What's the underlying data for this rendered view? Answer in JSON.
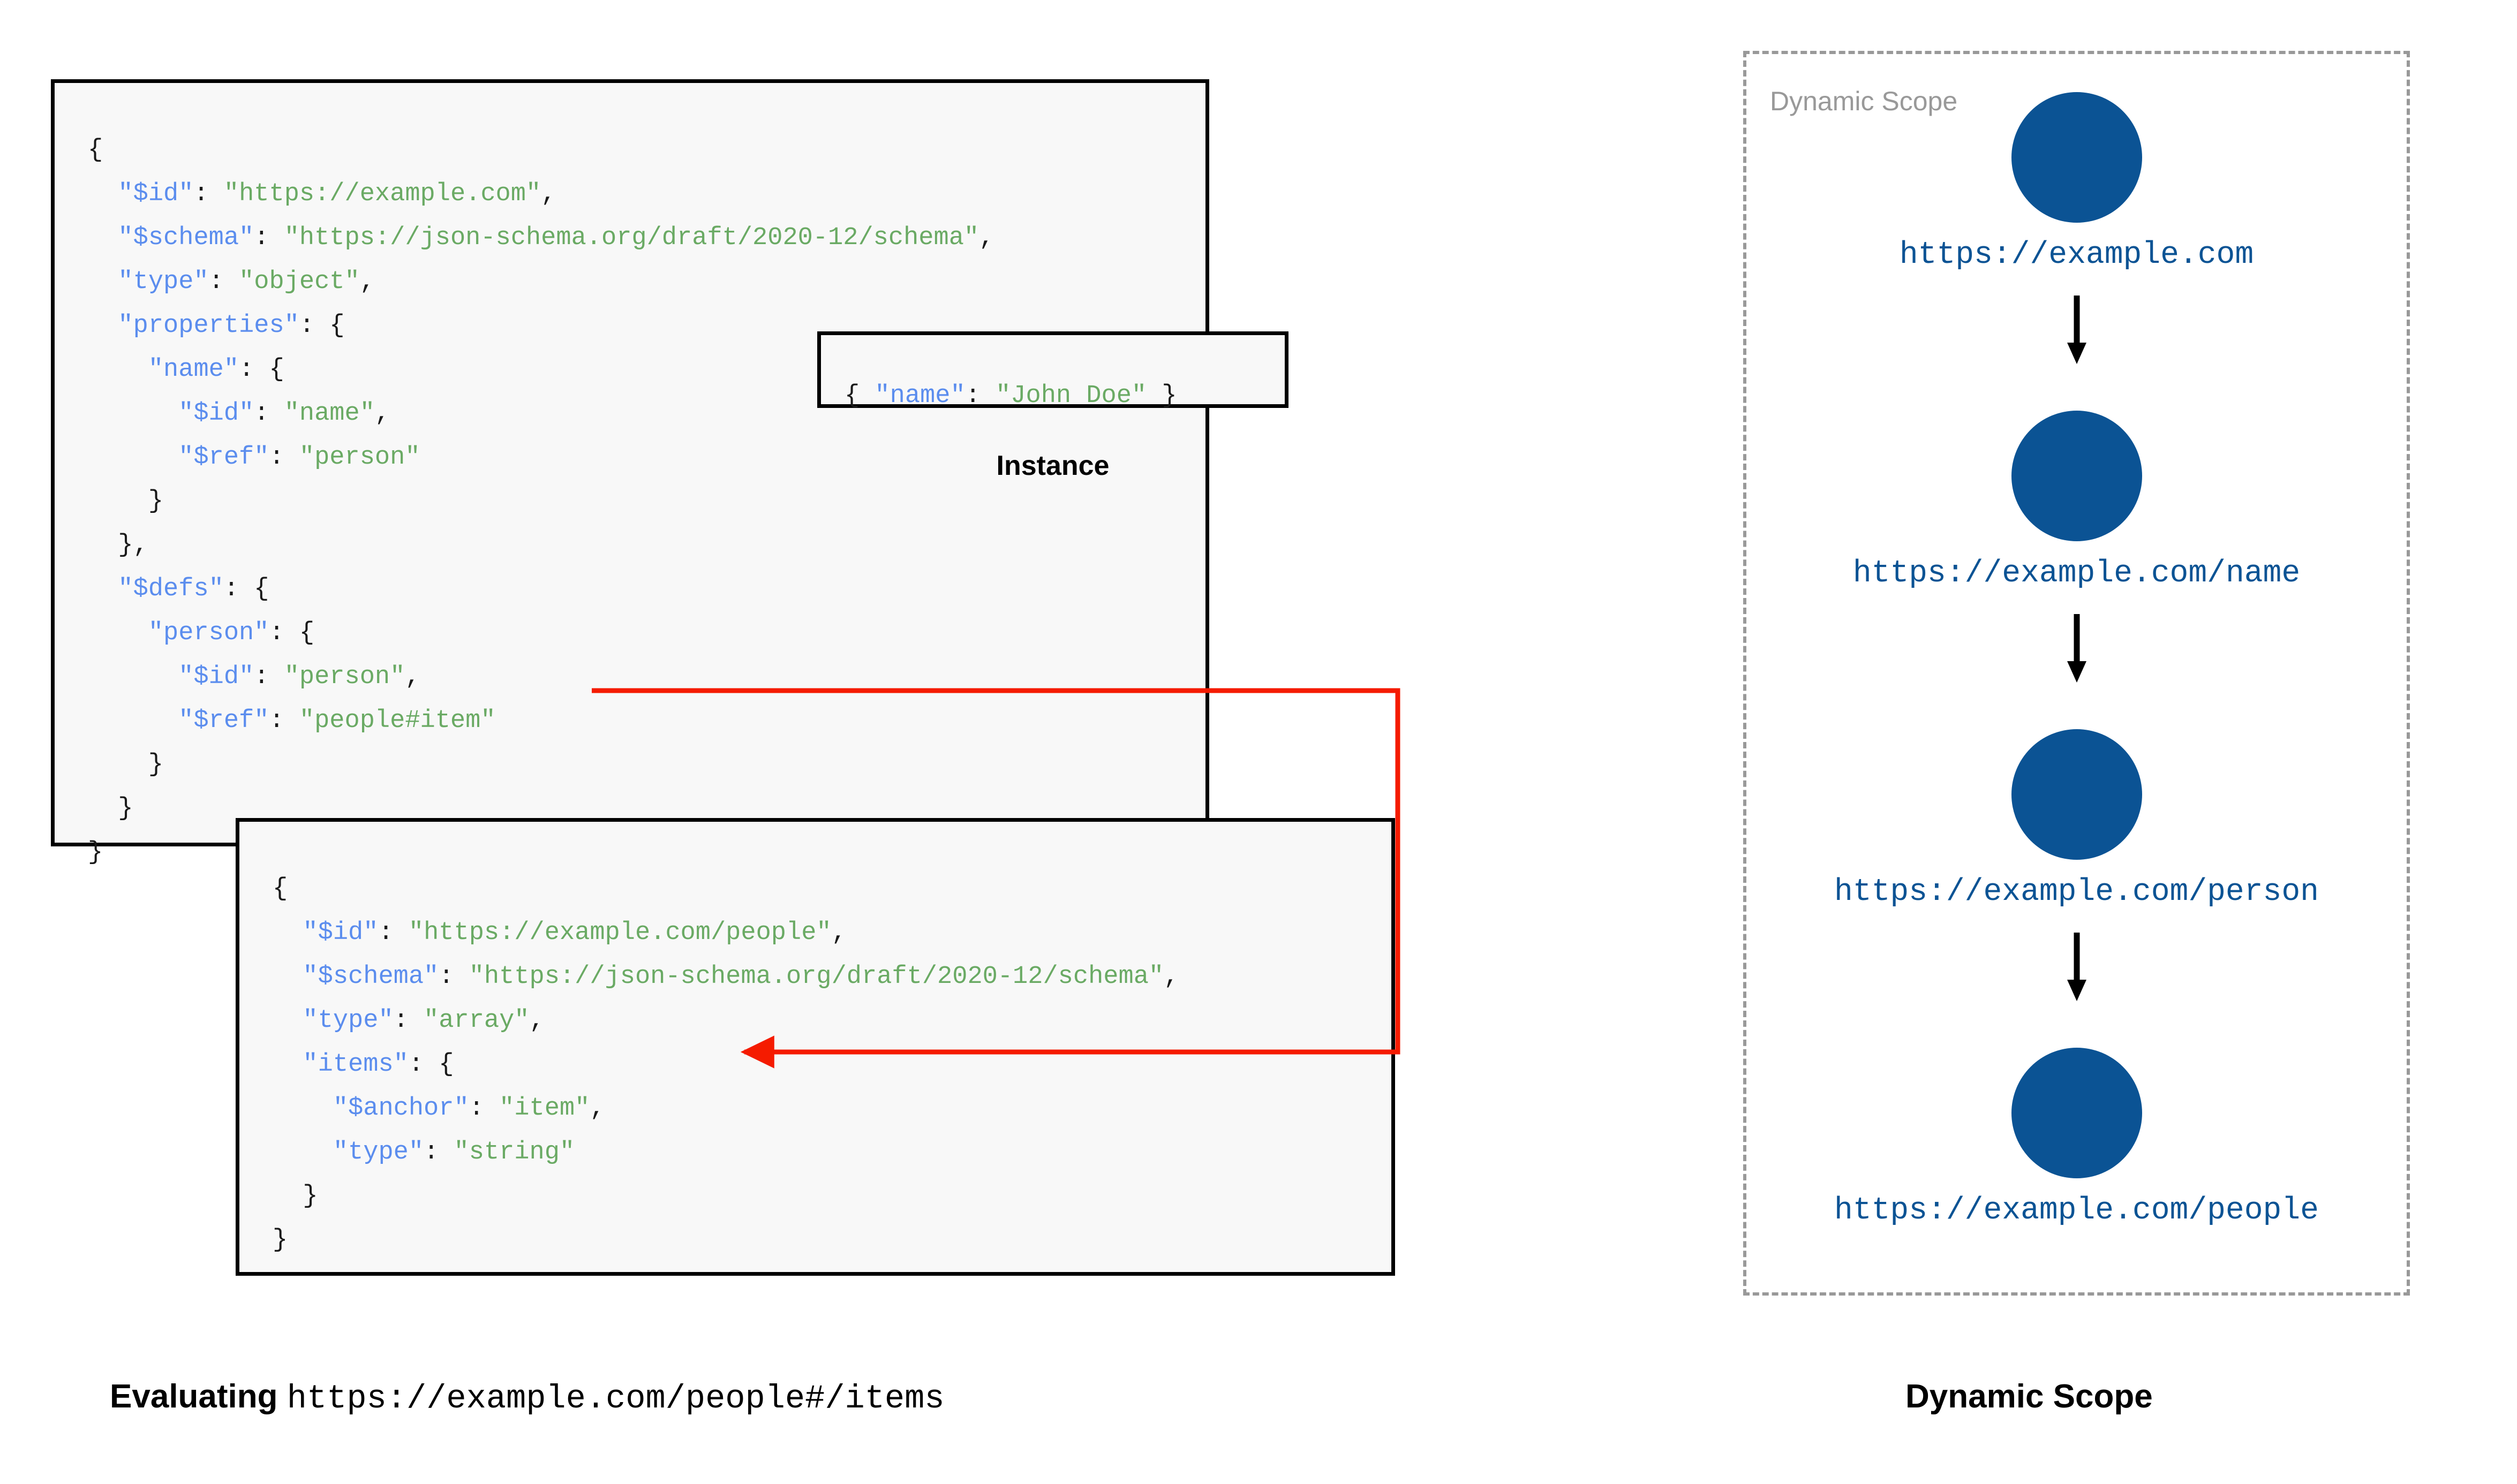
{
  "schema_box": {
    "name": "root-schema",
    "lines": [
      [
        {
          "t": "{",
          "c": "p"
        }
      ],
      [
        {
          "t": "  ",
          "c": "p"
        },
        {
          "t": "\"$id\"",
          "c": "k"
        },
        {
          "t": ": ",
          "c": "p"
        },
        {
          "t": "\"https://example.com\"",
          "c": "s"
        },
        {
          "t": ",",
          "c": "p"
        }
      ],
      [
        {
          "t": "  ",
          "c": "p"
        },
        {
          "t": "\"$schema\"",
          "c": "k"
        },
        {
          "t": ": ",
          "c": "p"
        },
        {
          "t": "\"https://json-schema.org/draft/2020-12/schema\"",
          "c": "s"
        },
        {
          "t": ",",
          "c": "p"
        }
      ],
      [
        {
          "t": "  ",
          "c": "p"
        },
        {
          "t": "\"type\"",
          "c": "k"
        },
        {
          "t": ": ",
          "c": "p"
        },
        {
          "t": "\"object\"",
          "c": "s"
        },
        {
          "t": ",",
          "c": "p"
        }
      ],
      [
        {
          "t": "  ",
          "c": "p"
        },
        {
          "t": "\"properties\"",
          "c": "k"
        },
        {
          "t": ": {",
          "c": "p"
        }
      ],
      [
        {
          "t": "    ",
          "c": "p"
        },
        {
          "t": "\"name\"",
          "c": "k"
        },
        {
          "t": ": {",
          "c": "p"
        }
      ],
      [
        {
          "t": "      ",
          "c": "p"
        },
        {
          "t": "\"$id\"",
          "c": "k"
        },
        {
          "t": ": ",
          "c": "p"
        },
        {
          "t": "\"name\"",
          "c": "s"
        },
        {
          "t": ",",
          "c": "p"
        }
      ],
      [
        {
          "t": "      ",
          "c": "p"
        },
        {
          "t": "\"$ref\"",
          "c": "k"
        },
        {
          "t": ": ",
          "c": "p"
        },
        {
          "t": "\"person\"",
          "c": "s"
        }
      ],
      [
        {
          "t": "    }",
          "c": "p"
        }
      ],
      [
        {
          "t": "  },",
          "c": "p"
        }
      ],
      [
        {
          "t": "  ",
          "c": "p"
        },
        {
          "t": "\"$defs\"",
          "c": "k"
        },
        {
          "t": ": {",
          "c": "p"
        }
      ],
      [
        {
          "t": "    ",
          "c": "p"
        },
        {
          "t": "\"person\"",
          "c": "k"
        },
        {
          "t": ": {",
          "c": "p"
        }
      ],
      [
        {
          "t": "      ",
          "c": "p"
        },
        {
          "t": "\"$id\"",
          "c": "k"
        },
        {
          "t": ": ",
          "c": "p"
        },
        {
          "t": "\"person\"",
          "c": "s"
        },
        {
          "t": ",",
          "c": "p"
        }
      ],
      [
        {
          "t": "      ",
          "c": "p"
        },
        {
          "t": "\"$ref\"",
          "c": "k"
        },
        {
          "t": ": ",
          "c": "p"
        },
        {
          "t": "\"people#item\"",
          "c": "s"
        }
      ],
      [
        {
          "t": "    }",
          "c": "p"
        }
      ],
      [
        {
          "t": "  }",
          "c": "p"
        }
      ],
      [
        {
          "t": "}",
          "c": "p"
        }
      ]
    ]
  },
  "instance_box": {
    "caption": "Instance",
    "lines": [
      [
        {
          "t": "{ ",
          "c": "p"
        },
        {
          "t": "\"name\"",
          "c": "k"
        },
        {
          "t": ": ",
          "c": "p"
        },
        {
          "t": "\"John Doe\"",
          "c": "s"
        },
        {
          "t": " }",
          "c": "p"
        }
      ]
    ]
  },
  "people_box": {
    "name": "people-schema",
    "lines": [
      [
        {
          "t": "{",
          "c": "p"
        }
      ],
      [
        {
          "t": "  ",
          "c": "p"
        },
        {
          "t": "\"$id\"",
          "c": "k"
        },
        {
          "t": ": ",
          "c": "p"
        },
        {
          "t": "\"https://example.com/people\"",
          "c": "s"
        },
        {
          "t": ",",
          "c": "p"
        }
      ],
      [
        {
          "t": "  ",
          "c": "p"
        },
        {
          "t": "\"$schema\"",
          "c": "k"
        },
        {
          "t": ": ",
          "c": "p"
        },
        {
          "t": "\"https://json-schema.org/draft/2020-12/schema\"",
          "c": "s"
        },
        {
          "t": ",",
          "c": "p"
        }
      ],
      [
        {
          "t": "  ",
          "c": "p"
        },
        {
          "t": "\"type\"",
          "c": "k"
        },
        {
          "t": ": ",
          "c": "p"
        },
        {
          "t": "\"array\"",
          "c": "s"
        },
        {
          "t": ",",
          "c": "p"
        }
      ],
      [
        {
          "t": "  ",
          "c": "p"
        },
        {
          "t": "\"items\"",
          "c": "k"
        },
        {
          "t": ": {",
          "c": "p"
        }
      ],
      [
        {
          "t": "    ",
          "c": "p"
        },
        {
          "t": "\"$anchor\"",
          "c": "k"
        },
        {
          "t": ": ",
          "c": "p"
        },
        {
          "t": "\"item\"",
          "c": "s"
        },
        {
          "t": ",",
          "c": "p"
        }
      ],
      [
        {
          "t": "    ",
          "c": "p"
        },
        {
          "t": "\"type\"",
          "c": "k"
        },
        {
          "t": ": ",
          "c": "p"
        },
        {
          "t": "\"string\"",
          "c": "s"
        }
      ],
      [
        {
          "t": "  }",
          "c": "p"
        }
      ],
      [
        {
          "t": "}",
          "c": "p"
        }
      ]
    ]
  },
  "ref_arrow": {
    "label": "ref-resolution-arrow",
    "color": "#f51b00",
    "from": "\"people#item\"",
    "to": "\"$anchor\": \"item\""
  },
  "captions": {
    "evaluating_lead": "Evaluating ",
    "evaluating_uri": "https://example.com/people#/items",
    "dynamic_scope": "Dynamic Scope"
  },
  "dynamic_scope": {
    "panel_label": "Dynamic Scope",
    "border_color": "#999999",
    "node_color": "#0b5394",
    "nodes": [
      {
        "url": "https://example.com"
      },
      {
        "url": "https://example.com/name"
      },
      {
        "url": "https://example.com/person"
      },
      {
        "url": "https://example.com/people"
      }
    ]
  }
}
